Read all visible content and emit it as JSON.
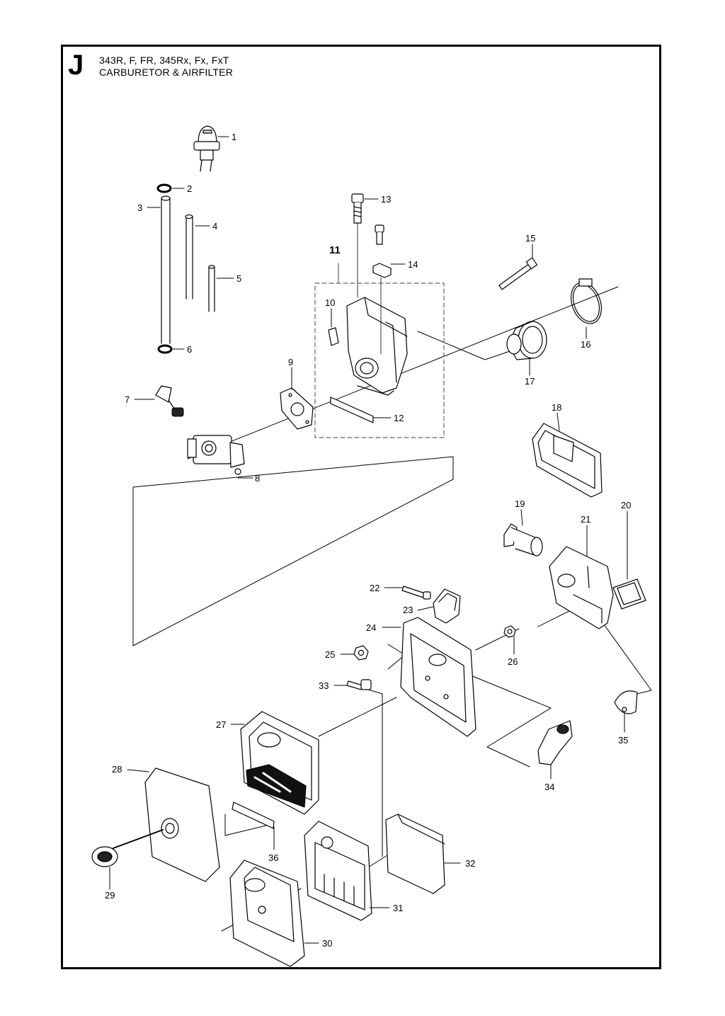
{
  "header": {
    "section_letter": "J",
    "models": "343R, F, FR, 345Rx, Fx, FxT",
    "title": "CARBURETOR & AIRFILTER"
  },
  "parts": [
    {
      "id": "p1",
      "label": "1"
    },
    {
      "id": "p2",
      "label": "2"
    },
    {
      "id": "p3",
      "label": "3"
    },
    {
      "id": "p4",
      "label": "4"
    },
    {
      "id": "p5",
      "label": "5"
    },
    {
      "id": "p6",
      "label": "6"
    },
    {
      "id": "p7",
      "label": "7"
    },
    {
      "id": "p8",
      "label": "8"
    },
    {
      "id": "p9",
      "label": "9"
    },
    {
      "id": "p10",
      "label": "10"
    },
    {
      "id": "p11",
      "label": "11"
    },
    {
      "id": "p12",
      "label": "12"
    },
    {
      "id": "p13",
      "label": "13"
    },
    {
      "id": "p14",
      "label": "14"
    },
    {
      "id": "p15",
      "label": "15"
    },
    {
      "id": "p16",
      "label": "16"
    },
    {
      "id": "p17",
      "label": "17"
    },
    {
      "id": "p18",
      "label": "18"
    },
    {
      "id": "p19",
      "label": "19"
    },
    {
      "id": "p20",
      "label": "20"
    },
    {
      "id": "p21",
      "label": "21"
    },
    {
      "id": "p22",
      "label": "22"
    },
    {
      "id": "p23",
      "label": "23"
    },
    {
      "id": "p24",
      "label": "24"
    },
    {
      "id": "p25",
      "label": "25"
    },
    {
      "id": "p26",
      "label": "26"
    },
    {
      "id": "p27",
      "label": "27"
    },
    {
      "id": "p28",
      "label": "28"
    },
    {
      "id": "p29",
      "label": "29"
    },
    {
      "id": "p30",
      "label": "30"
    },
    {
      "id": "p31",
      "label": "31"
    },
    {
      "id": "p32",
      "label": "32"
    },
    {
      "id": "p33",
      "label": "33"
    },
    {
      "id": "p34",
      "label": "34"
    },
    {
      "id": "p35",
      "label": "35"
    },
    {
      "id": "p36",
      "label": "36"
    }
  ]
}
